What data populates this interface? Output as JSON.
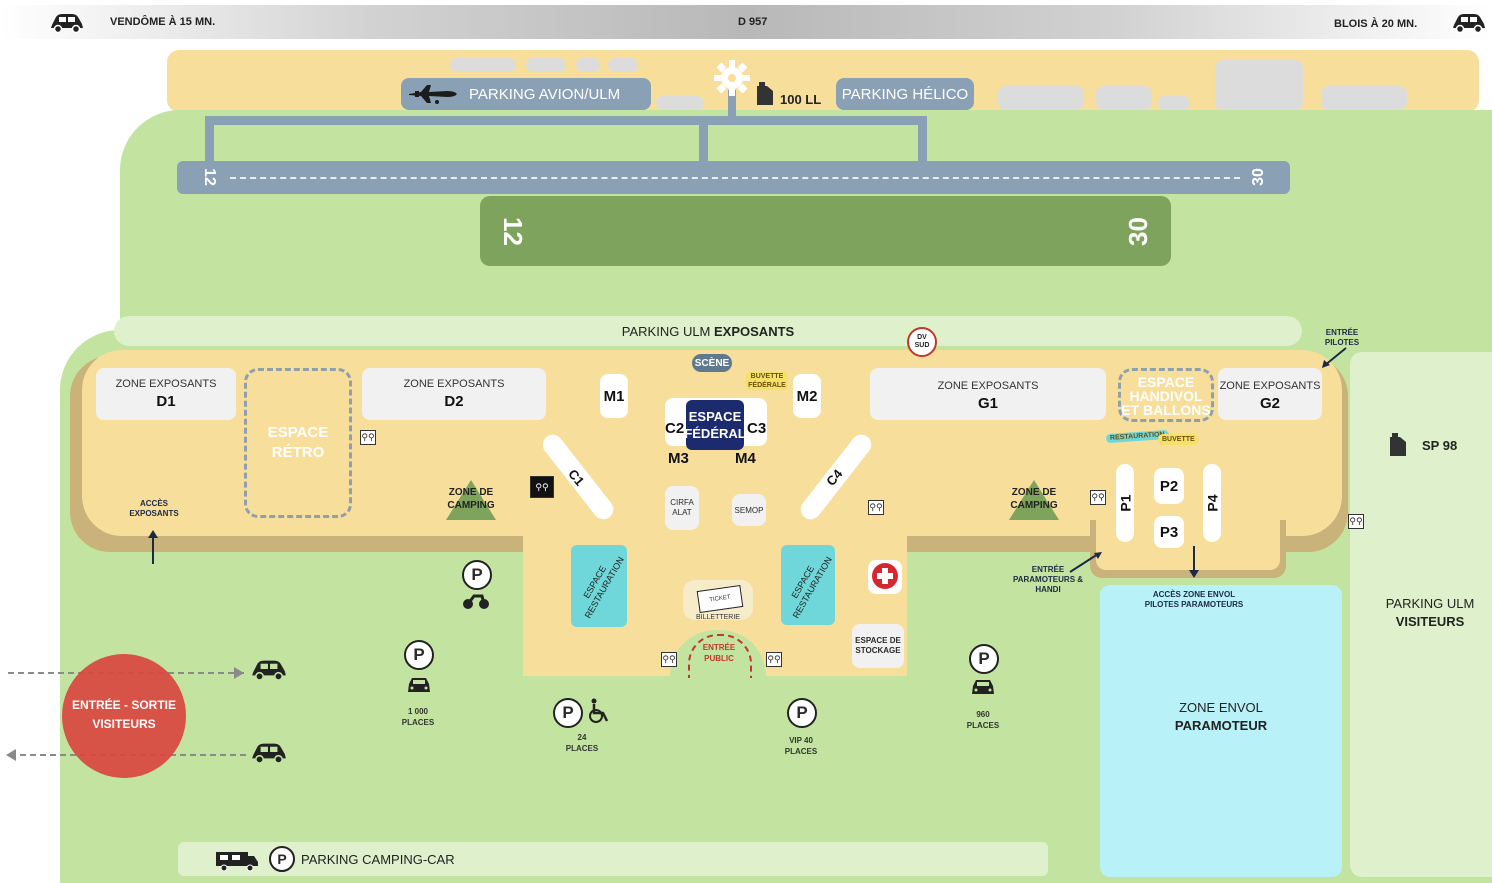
{
  "top_bar": {
    "left_text": "VENDÔME À 15 MN.",
    "center_text": "D 957",
    "right_text": "BLOIS À 20 MN."
  },
  "airside": {
    "parking_avion": "PARKING AVION/ULM",
    "fuel_100ll": "100 LL",
    "parking_helico": "PARKING HÉLICO",
    "runway_left": "12",
    "runway_right": "30",
    "grass_left": "12",
    "grass_right": "30"
  },
  "parking_ulm_exposants": {
    "normal": "PARKING ULM",
    "bold": "EXPOSANTS"
  },
  "dv_sud": "DV SUD",
  "entree_pilotes": "ENTRÉE PILOTES",
  "zones": {
    "d1_label": "ZONE EXPOSANTS",
    "d1_code": "D1",
    "d2_label": "ZONE EXPOSANTS",
    "d2_code": "D2",
    "g1_label": "ZONE EXPOSANTS",
    "g1_code": "G1",
    "g2_label": "ZONE EXPOSANTS",
    "g2_code": "G2",
    "espace_retro": "ESPACE RÉTRO",
    "espace_handivol": "ESPACE HANDIVOL ET BALLONS",
    "scene": "SCÈNE",
    "buvette_federale": "BUVETTE FÉDÉRALE",
    "espace_federal": "ESPACE FÉDÉRAL",
    "m1": "M1",
    "m2": "M2",
    "m3": "M3",
    "m4": "M4",
    "c1": "C1",
    "c2": "C2",
    "c3": "C3",
    "c4": "C4",
    "cirfa": "CIRFA ALAT",
    "semop": "SEMOP",
    "camping_left": "ZONE DE CAMPING",
    "camping_right": "ZONE DE CAMPING",
    "acces_exposants": "ACCÈS EXPOSANTS",
    "restauration_small": "RESTAURATION",
    "buvette": "BUVETTE",
    "p1": "P1",
    "p2": "P2",
    "p3": "P3",
    "p4": "P4",
    "espace_resto_left": "ESPACE RESTAURATION",
    "espace_resto_right": "ESPACE RESTAURATION",
    "billetterie": "BILLETTERIE",
    "ticket": "TICKET",
    "entree_public": "ENTRÉE PUBLIC",
    "espace_stockage": "ESPACE DE STOCKAGE",
    "entree_paramoteurs": "ENTRÉE PARAMOTEURS & HANDI",
    "acces_zone_envol": "ACCÈS ZONE ENVOL PILOTES PARAMOTEURS",
    "zone_envol": "ZONE ENVOL",
    "paramoteur": "PARAMOTEUR",
    "sp98": "SP 98",
    "parking_ulm_visiteurs_1": "PARKING ULM",
    "parking_ulm_visiteurs_2": "VISITEURS"
  },
  "parkings": {
    "p_letter": "P",
    "places_1000_a": "1 000",
    "places_1000_b": "PLACES",
    "places_24_a": "24",
    "places_24_b": "PLACES",
    "vip_a": "VIP 40",
    "vip_b": "PLACES",
    "places_960_a": "960",
    "places_960_b": "PLACES",
    "camping_car": "PARKING CAMPING-CAR"
  },
  "entree_sortie": {
    "line1": "ENTRÉE - SORTIE",
    "line2": "VISITEURS"
  },
  "colors": {
    "grass": "#c3e4a0",
    "sand": "#f7df9b",
    "runway": "#8aa0b5",
    "green_strip": "#7ea35c",
    "navy": "#1c2a6e",
    "cyan": "#b8f1f7",
    "red_circle": "#d9453f"
  }
}
